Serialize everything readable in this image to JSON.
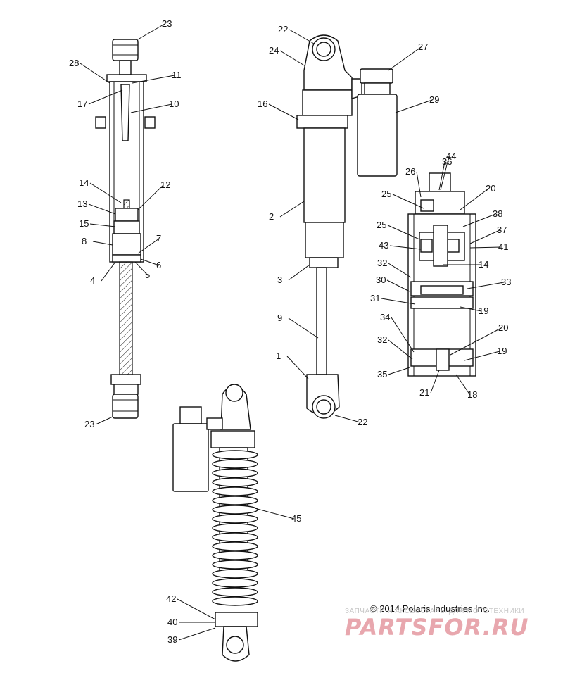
{
  "diagram": {
    "callouts": [
      "23",
      "28",
      "11",
      "17",
      "10",
      "14",
      "12",
      "13",
      "15",
      "8",
      "7",
      "4",
      "5",
      "6",
      "23",
      "22",
      "24",
      "27",
      "16",
      "29",
      "2",
      "3",
      "9",
      "1",
      "22",
      "26",
      "36",
      "44",
      "25",
      "20",
      "38",
      "25",
      "37",
      "43",
      "41",
      "14",
      "32",
      "33",
      "30",
      "31",
      "19",
      "34",
      "20",
      "32",
      "19",
      "35",
      "21",
      "18",
      "45",
      "42",
      "40",
      "39"
    ]
  },
  "footer": {
    "copyright": "© 2014 Polaris Industries Inc.",
    "watermark_tagline": "ЗАПЧАСТИ И АКСЕССУАРЫ ДЛЯ МОТОТЕХНИКИ",
    "watermark_logo": "PARTSFOR.RU"
  }
}
